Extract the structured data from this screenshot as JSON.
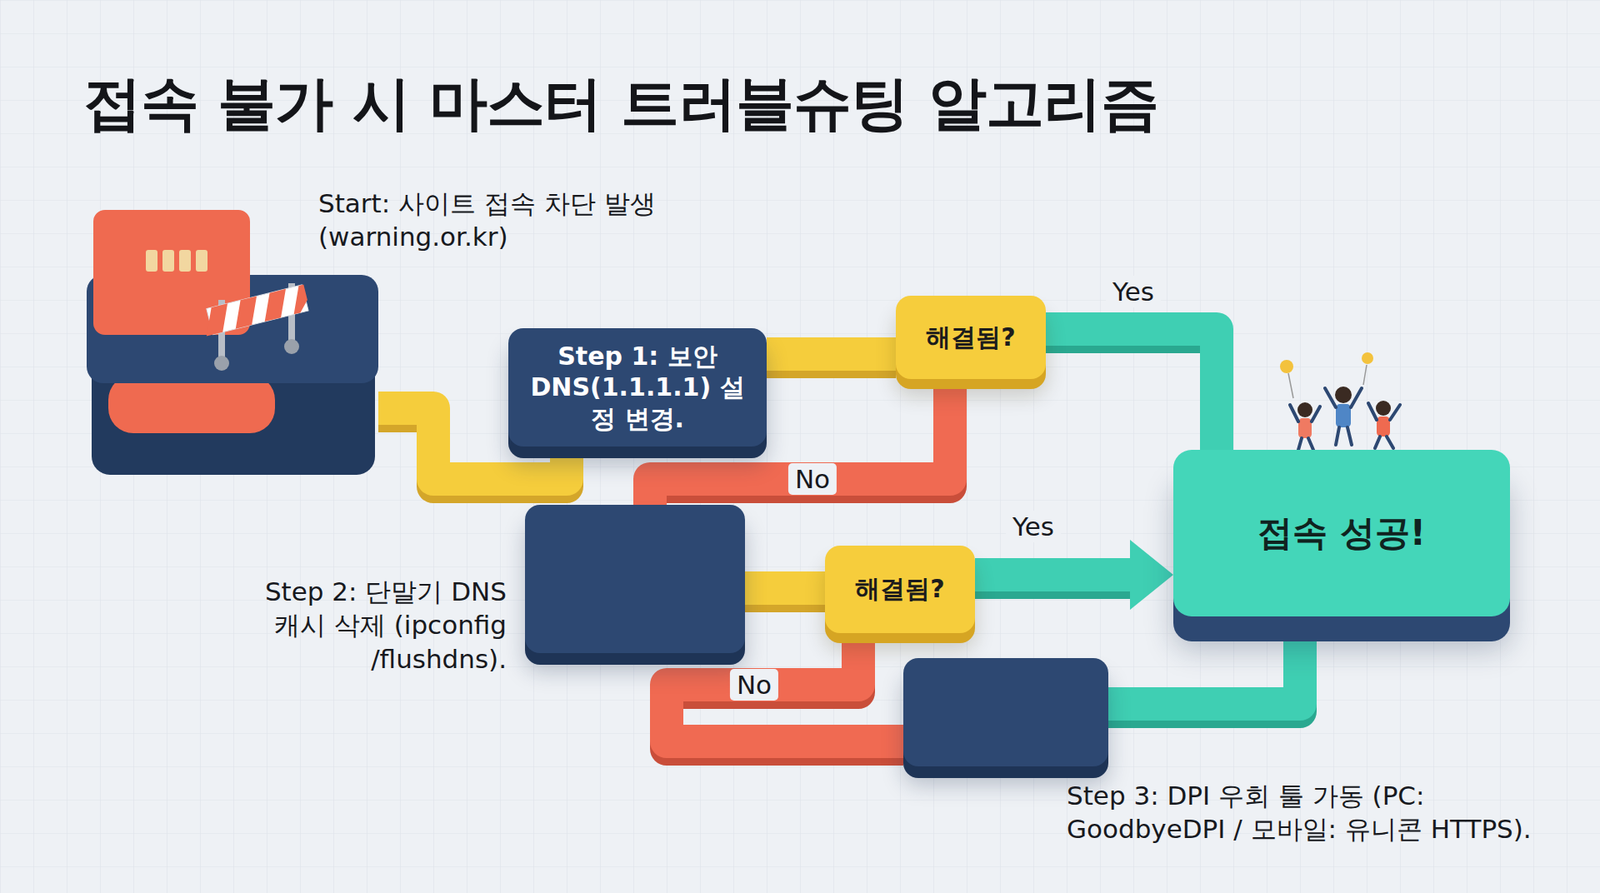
{
  "diagram": {
    "title": "접속 불가 시 마스터 트러블슈팅 알고리즘",
    "nodes": [
      {
        "text": [
          "Start: 사이트 접속 차단 발생 (warning.or.kr)"
        ]
      },
      {
        "text": [
          "Step 1: 보안 DNS(1.1.1.1) 설정 변경."
        ]
      },
      {
        "text": [
          "해결됨?"
        ]
      },
      {
        "text": [
          "접속 성공!"
        ]
      },
      {
        "text": [
          "Step 2: 단말기 DNS 캐시 삭제 (ipconfig /flushdns)."
        ]
      },
      {
        "text": [
          "해결됨?"
        ]
      },
      {
        "text": [
          "Step 3: DPI 우회 툴 가동 (PC: GoodbyeDPI / 모바일: 유니콘 HTTPS)."
        ]
      }
    ],
    "edges": [
      {
        "from": 0,
        "to": 1,
        "arrow": "none"
      },
      {
        "from": 1,
        "to": 2,
        "arrow": "none"
      },
      {
        "from": 2,
        "to": 3,
        "label": "Yes",
        "arrow": "none"
      },
      {
        "from": 2,
        "to": 4,
        "label": "No",
        "arrow": "none"
      },
      {
        "from": 4,
        "to": 5,
        "arrow": "none"
      },
      {
        "from": 5,
        "to": 3,
        "label": "Yes",
        "arrow": "to"
      },
      {
        "from": 5,
        "to": 6,
        "label": "No",
        "arrow": "none"
      },
      {
        "from": 6,
        "to": 3,
        "arrow": "none"
      }
    ]
  }
}
